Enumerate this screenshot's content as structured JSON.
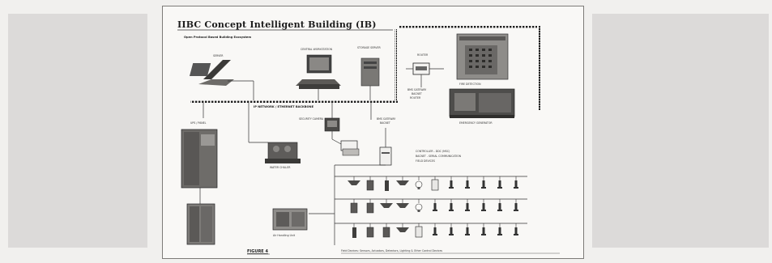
{
  "title": "IIBC Concept Intelligent Building (IB)",
  "subtitle": "Open Protocol Based Building Ecosystem",
  "labels": {
    "server": "SERVER",
    "central_workstation": "CENTRAL WORKSTATION",
    "storage_server": "STORAGE SERVER",
    "router": "ROUTER",
    "bms_gateway_top": "BMS GATEWAY",
    "bms_gateway_top_sub": "BACNET",
    "fire_detection": "FIRE DETECTION",
    "emergency_generator": "EMERGENCY GENERATOR",
    "network_backbone": "IP NETWORK / ETHERNET BACKBONE",
    "ups": "UPS / PANEL",
    "security_camera": "SECURITY CAMERA",
    "water_chiller": "WATER CHILLER",
    "bms_gateway_mid": "BMS GATEWAY",
    "bms_gateway_mid_sub": "BACNET",
    "controller_line1": "CONTROLLER - DDC (MSC)",
    "controller_line2": "BACNET - SERIAL COMMUNICATION",
    "controller_line3": "FIELD DEVICES",
    "air_handling_unit": "Air Handling Unit",
    "figure": "FIGURE 4",
    "caption": "Field Devices: Sensors, Actuators, Detectors, Lighting & Other Control Devices"
  },
  "icons": [
    "laptop-icon",
    "workstation-icon",
    "server-tower-icon",
    "router-icon",
    "fire-panel-icon",
    "generator-icon",
    "cabinet-icon",
    "camera-icon",
    "chiller-icon",
    "gateway-icon",
    "controller-icon",
    "ahu-icon",
    "sensor-icon",
    "lamp-icon",
    "actuator-icon",
    "detector-icon"
  ],
  "colors": {
    "line": "#2a2a2a",
    "panel": "#c9c7c3",
    "dark": "#3b3a38",
    "bg": "#f9f8f6"
  }
}
